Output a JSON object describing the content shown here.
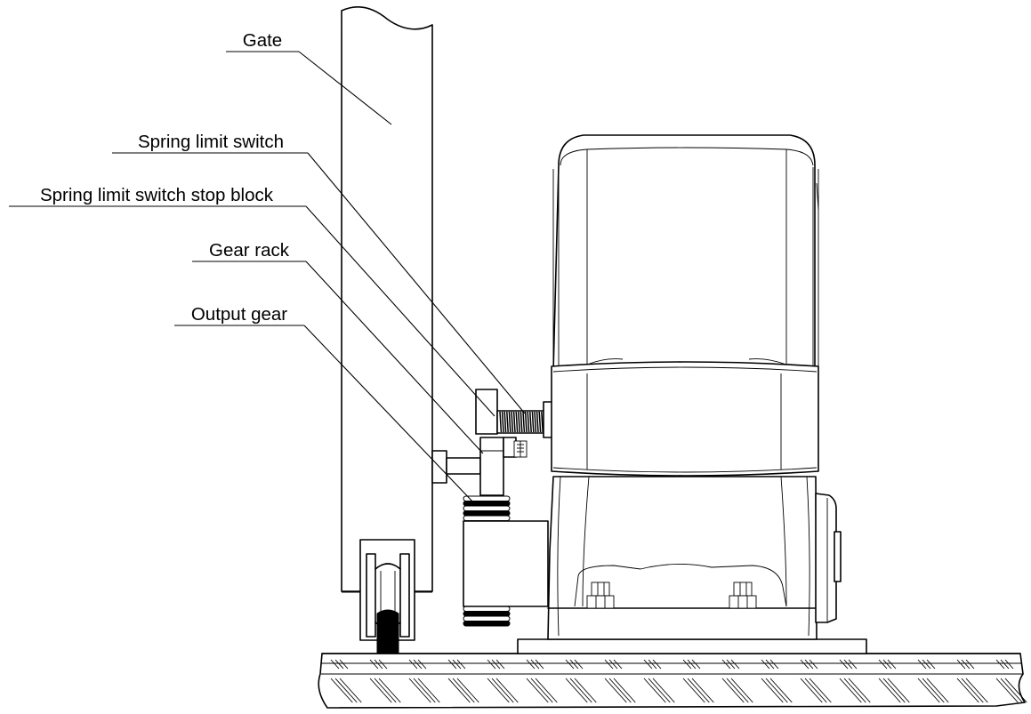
{
  "labels": {
    "gate": "Gate",
    "spring_limit_switch": "Spring limit switch",
    "stop_block": "Spring limit switch stop block",
    "gear_rack": "Gear rack",
    "output_gear": "Output gear"
  }
}
